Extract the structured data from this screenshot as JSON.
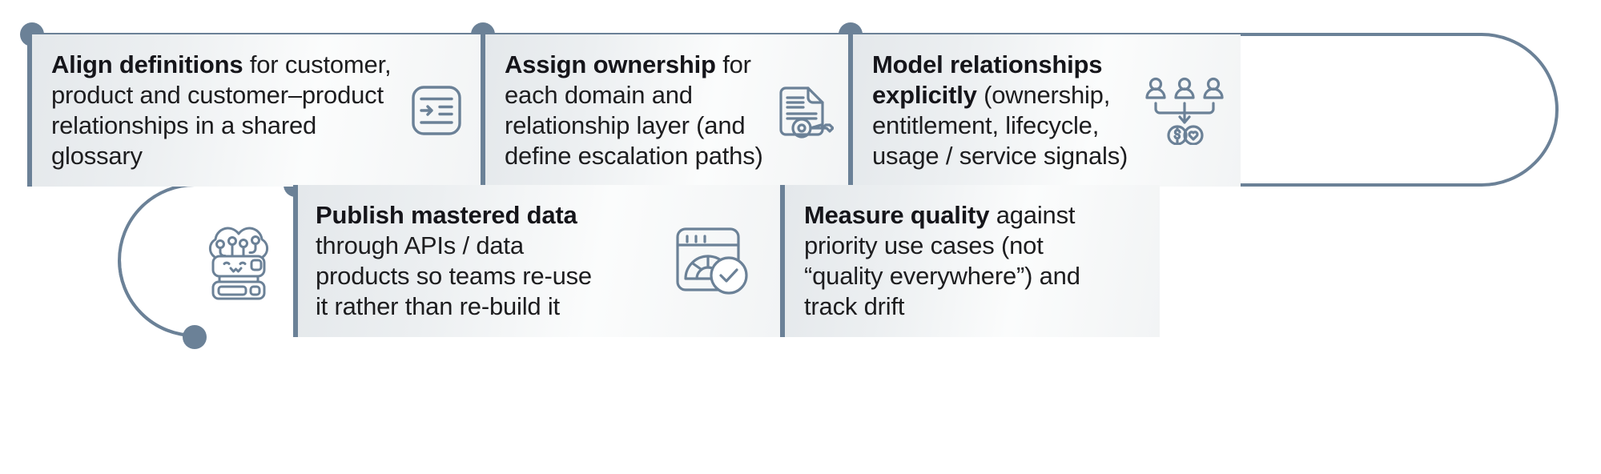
{
  "theme": {
    "accent": "#6b8197",
    "text": "#1d1d1f",
    "card_bg_light": "#fbfcfc",
    "card_bg_shade": "#e4e8eb",
    "page_bg": "#ffffff"
  },
  "diagram": {
    "type": "snake-process-flow",
    "steps": [
      {
        "id": "align",
        "order": 1,
        "lead": "Align definitions",
        "rest": " for customer, product and customer–product relationships in a shared glossary",
        "icon": "glossary-indent-icon",
        "row": "top"
      },
      {
        "id": "assign",
        "order": 2,
        "lead": "Assign ownership",
        "rest": " for each domain and relationship layer (and define escalation paths)",
        "icon": "document-key-icon",
        "row": "top"
      },
      {
        "id": "model",
        "order": 3,
        "lead": "Model relationships explicitly",
        "rest": " (ownership, entitlement, lifecycle, usage / service signals)",
        "icon": "people-relationship-icon",
        "row": "top"
      },
      {
        "id": "publish",
        "order": 4,
        "lead": "Publish mastered data",
        "rest": " through APIs / data products so teams re-use it rather than re-build it",
        "icon": "cloud-server-robot-icon",
        "row": "bottom"
      },
      {
        "id": "measure",
        "order": 5,
        "lead": "Measure quality",
        "rest": " against priority use cases (not “quality everywhere”) and track drift",
        "icon": "quality-gauge-check-icon",
        "row": "bottom"
      }
    ]
  }
}
